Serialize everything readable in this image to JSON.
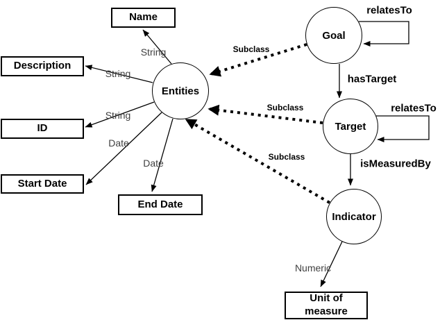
{
  "classes": {
    "entities": "Entities",
    "goal": "Goal",
    "target": "Target",
    "indicator": "Indicator"
  },
  "attributes": {
    "name": "Name",
    "description": "Description",
    "id": "ID",
    "start_date": "Start Date",
    "end_date": "End Date",
    "unit_of_measure": "Unit of measure"
  },
  "edge_labels": {
    "name_type": "String",
    "description_type": "String",
    "id_type": "String",
    "start_date_type": "Date",
    "end_date_type": "Date",
    "unit_of_measure_type": "Numeric",
    "goal_subclass": "Subclass",
    "target_subclass": "Subclass",
    "indicator_subclass": "Subclass",
    "goal_relates_to": "relatesTo",
    "target_relates_to": "relatesTo",
    "has_target": "hasTarget",
    "is_measured_by": "isMeasuredBy"
  },
  "colors": {
    "stroke": "#000000",
    "background": "#ffffff",
    "type_label_color": "#404040"
  }
}
